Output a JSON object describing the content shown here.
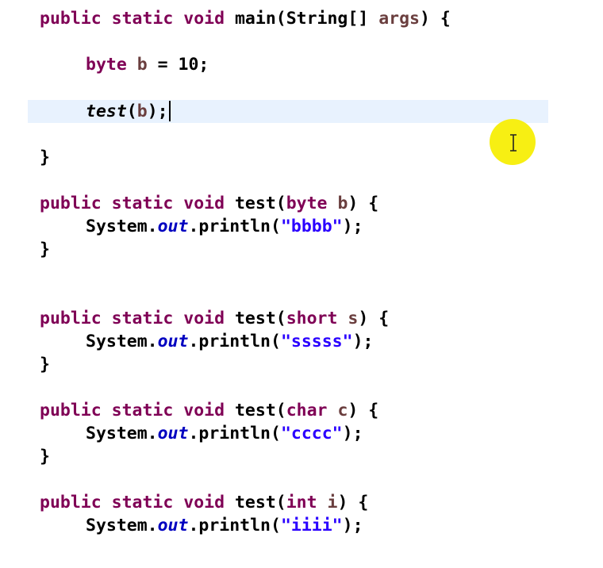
{
  "editor": {
    "lines": {
      "main_decl": {
        "public": "public",
        "static": "static",
        "void": "void",
        "name": "main(String[]",
        "param": "args",
        "tail": ") {"
      },
      "byte_decl": {
        "type": "byte",
        "var": "b",
        "rest": " = ",
        "value": "10",
        "end": ";"
      },
      "test_call": {
        "name": "test",
        "open": "(",
        "arg": "b",
        "close": ");"
      },
      "main_close": "}",
      "test_byte": {
        "public": "public",
        "static": "static",
        "void": "void",
        "name": "test(",
        "type": "byte",
        "param": "b",
        "tail": ") {",
        "body_prefix": "System.",
        "body_field": "out",
        "body_method": ".println(",
        "body_string": "\"bbbb\"",
        "body_end": ");",
        "close": "}"
      },
      "test_short": {
        "public": "public",
        "static": "static",
        "void": "void",
        "name": "test(",
        "type": "short",
        "param": "s",
        "tail": ") {",
        "body_prefix": "System.",
        "body_field": "out",
        "body_method": ".println(",
        "body_string": "\"sssss\"",
        "body_end": ");",
        "close": "}"
      },
      "test_char": {
        "public": "public",
        "static": "static",
        "void": "void",
        "name": "test(",
        "type": "char",
        "param": "c",
        "tail": ") {",
        "body_prefix": "System.",
        "body_field": "out",
        "body_method": ".println(",
        "body_string": "\"cccc\"",
        "body_end": ");",
        "close": "}"
      },
      "test_int": {
        "public": "public",
        "static": "static",
        "void": "void",
        "name": "test(",
        "type": "int",
        "param": "i",
        "tail": ") {",
        "body_prefix": "System.",
        "body_field": "out",
        "body_method": ".println(",
        "body_string": "\"iiii\"",
        "body_end": ");"
      }
    }
  },
  "colors": {
    "keyword": "#7f0055",
    "variable": "#6a3e3e",
    "string": "#2a00ff",
    "static_field": "#0000c0",
    "current_line": "#e8f2fe",
    "cursor_highlight": "#f7ef13"
  },
  "cursor_icon": "i-beam-cursor-icon"
}
